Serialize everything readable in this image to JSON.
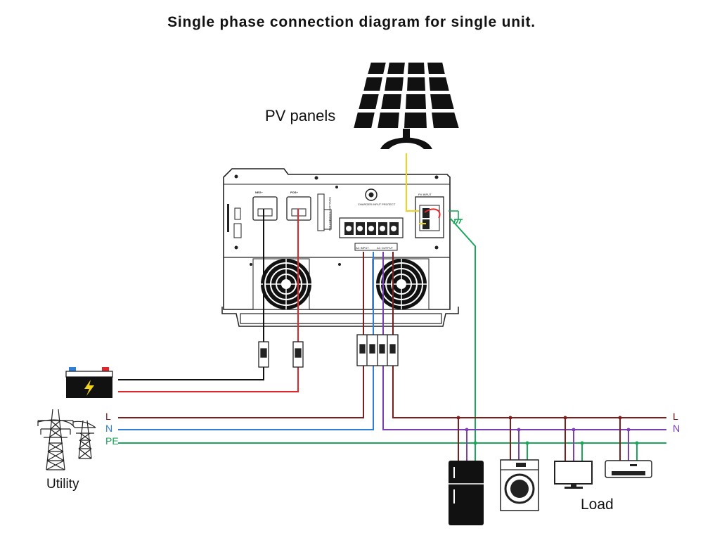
{
  "title": "Single phase connection diagram for single unit.",
  "labels": {
    "pv_panels": "PV panels",
    "utility": "Utility",
    "load": "Load",
    "neg": "NEG−",
    "pos": "POS+",
    "parallel_connection": "PARALLEL CONNECTION",
    "charger_input_protect": "CHARGER INPUT PROTECT",
    "pv_input": "PV INPUT",
    "ac_input": "AC INPUT",
    "ac_output": "AC OUTPUT"
  },
  "lines": {
    "left": {
      "L": "L",
      "N": "N",
      "PE": "PE"
    },
    "right": {
      "L": "L",
      "N": "N"
    }
  },
  "colors": {
    "live": "#7a1e1e",
    "neutral": "#2f7fd6",
    "neutral_load": "#7b3fb5",
    "earth": "#1aa75a",
    "pv_wire": "#f2d21b",
    "battery_pos": "#e0262b",
    "battery_neg": "#111111"
  },
  "icons": [
    "solar-panel-icon",
    "inverter-icon",
    "battery-icon",
    "utility-tower-icon",
    "refrigerator-icon",
    "washing-machine-icon",
    "monitor-icon",
    "air-conditioner-icon",
    "breaker-icon",
    "ground-icon"
  ]
}
